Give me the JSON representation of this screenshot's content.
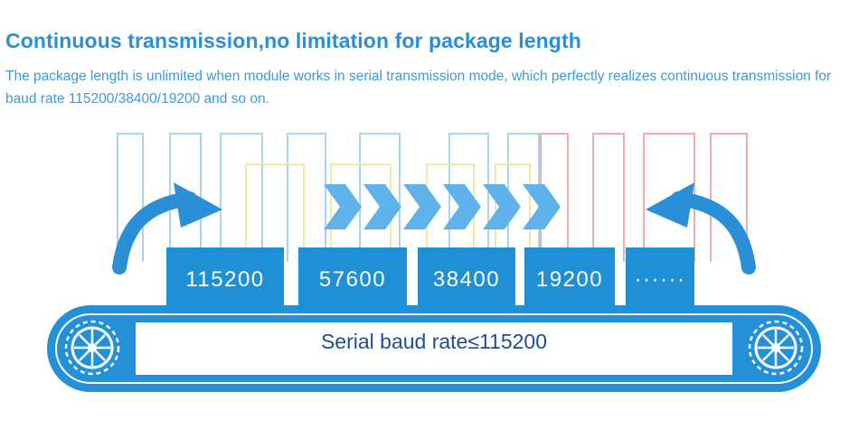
{
  "header": {
    "title": "Continuous transmission,no limitation for package length",
    "subtitle": "The package length is unlimited when module works in serial transmission mode, which perfectly realizes continuous transmission for baud rate 115200/38400/19200 and so on."
  },
  "baud_boxes": [
    {
      "label": "115200"
    },
    {
      "label": "57600"
    },
    {
      "label": "38400"
    },
    {
      "label": "19200"
    },
    {
      "label": "······"
    }
  ],
  "conveyor": {
    "label": "Serial baud rate≤115200"
  },
  "colors": {
    "accent": "#1f8fd6",
    "title": "#2b8fd8",
    "belt_label": "#1b4f8f",
    "signal_blue": "#9fd0ec",
    "signal_yellow": "#f3e79a",
    "signal_red": "#f2a3a3",
    "chevron": "#5fb3ea"
  }
}
